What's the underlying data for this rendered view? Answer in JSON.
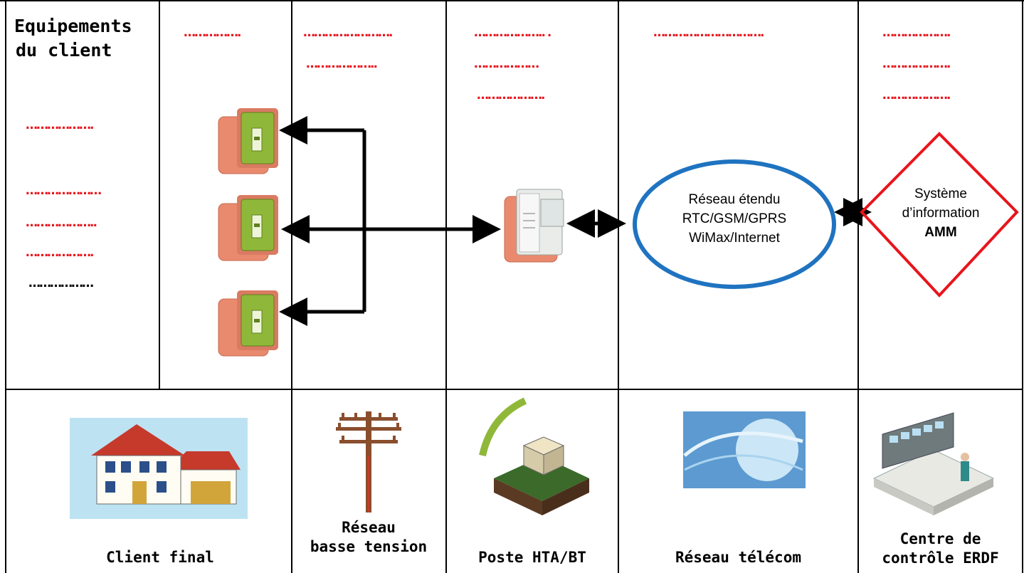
{
  "header": {
    "equipements_line1": "Equipements",
    "equipements_line2": "du client"
  },
  "placeholders": {
    "left": [
      "……………….",
      "…………………",
      "………………..",
      "……………….",
      "………………"
    ],
    "col2": "…………….",
    "col3": [
      "…………………….",
      "……………….."
    ],
    "col4": [
      "……………….. .",
      "………………",
      "………………."
    ],
    "col5": "………………………….",
    "col6": [
      "……………….",
      "……………….",
      "………………."
    ]
  },
  "nodes": {
    "reseau_etendu": [
      "Réseau étendu",
      "RTC/GSM/GPRS",
      "WiMax/Internet"
    ],
    "systeme_info": [
      "Système",
      "d’information",
      "AMM"
    ]
  },
  "labels": {
    "client_final": "Client final",
    "reseau_bt_line1": "Réseau",
    "reseau_bt_line2": "basse tension",
    "poste": "Poste HTA/BT",
    "reseau_telecom": "Réseau télécom",
    "centre_line1": "Centre de",
    "centre_line2": "contrôle ERDF"
  },
  "colors": {
    "placeholder_red": "#e8141b",
    "ellipse_blue": "#1f73c0",
    "diamond_red": "#e8141b",
    "meter_green": "#8fb83a",
    "meter_case": "#e98a6e"
  }
}
